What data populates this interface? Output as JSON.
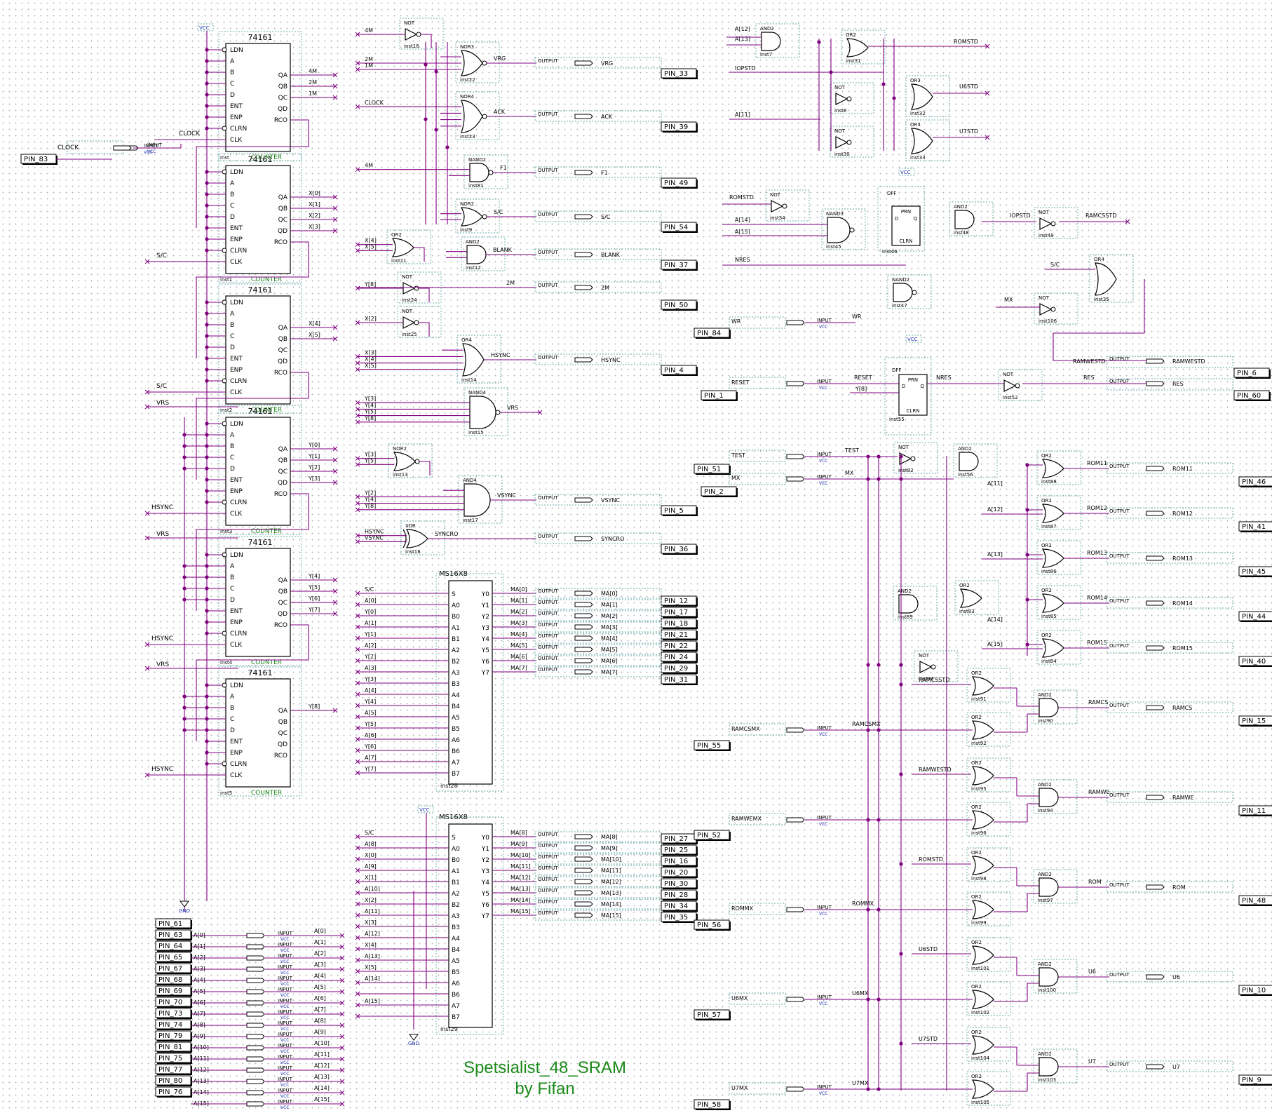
{
  "title": {
    "line1": "Spetsialist_48_SRAM",
    "line2": "by Fifan"
  },
  "labels": {
    "vcc": "VCC",
    "gnd": "GND",
    "input": "INPUT",
    "output": "OUTPUT"
  },
  "counter": {
    "part": "74161",
    "footer": "COUNTER",
    "inputs": [
      "LDN",
      "A",
      "B",
      "C",
      "D",
      "ENT",
      "ENP",
      "CLRN",
      "CLK"
    ],
    "outputs": [
      "QA",
      "QB",
      "QC",
      "QD",
      "RCO"
    ],
    "units": [
      {
        "inst": "inst",
        "in_net": "CLOCK",
        "outs": [
          "4M",
          "2M",
          "1M",
          "",
          ""
        ]
      },
      {
        "inst": "inst1",
        "in_net": "S/C",
        "outs": [
          "X[0]",
          "X[1]",
          "X[2]",
          "X[3]",
          ""
        ]
      },
      {
        "inst": "inst2",
        "in_net": "S/C",
        "outs": [
          "X[4]",
          "X[5]",
          "",
          "",
          ""
        ]
      },
      {
        "inst": "inst3",
        "in_net": "HSYNC",
        "vrs": "VRS",
        "outs": [
          "Y[0]",
          "Y[1]",
          "Y[2]",
          "Y[3]",
          ""
        ]
      },
      {
        "inst": "inst4",
        "in_net": "HSYNC",
        "vrs": "VRS",
        "outs": [
          "Y[4]",
          "Y[5]",
          "Y[6]",
          "Y[7]",
          ""
        ]
      },
      {
        "inst": "inst5",
        "in_net": "HSYNC",
        "vrs": "VRS",
        "outs": [
          "Y[8]",
          "",
          "",
          "",
          ""
        ]
      }
    ]
  },
  "pin83": {
    "pin": "PIN_83",
    "net": "CLOCK"
  },
  "mux": {
    "part": "MS16X8",
    "in_left": [
      "S",
      "A0",
      "B0",
      "A1",
      "B1",
      "A2",
      "B2",
      "A3",
      "B3",
      "A4",
      "B4",
      "A5",
      "B5",
      "A6",
      "B6",
      "A7",
      "B7"
    ],
    "out_right": [
      "Y0",
      "Y1",
      "Y2",
      "Y3",
      "Y4",
      "Y5",
      "Y6",
      "Y7"
    ],
    "units": [
      {
        "inst": "inst28",
        "nets": [
          "S/C",
          "A[0]",
          "Y[0]",
          "A[1]",
          "Y[1]",
          "A[2]",
          "Y[2]",
          "A[3]",
          "Y[3]",
          "A[4]",
          "Y[4]",
          "A[5]",
          "Y[5]",
          "A[6]",
          "Y[6]",
          "A[7]",
          "Y[7]"
        ],
        "outs": [
          "MA[0]",
          "MA[1]",
          "MA[2]",
          "MA[3]",
          "MA[4]",
          "MA[5]",
          "MA[6]",
          "MA[7]"
        ],
        "pins": [
          "",
          "PIN_12",
          "PIN_17",
          "PIN_18",
          "PIN_21",
          "PIN_22",
          "PIN_24",
          "PIN_29",
          "PIN_31"
        ]
      },
      {
        "inst": "inst29",
        "nets": [
          "S/C",
          "A[8]",
          "X[0]",
          "A[9]",
          "X[1]",
          "A[10]",
          "X[2]",
          "A[11]",
          "X[3]",
          "A[12]",
          "X[4]",
          "A[13]",
          "X[5]",
          "A[14]",
          "",
          "A[15]",
          ""
        ],
        "outs": [
          "MA[8]",
          "MA[9]",
          "MA[10]",
          "MA[11]",
          "MA[12]",
          "MA[13]",
          "MA[14]",
          "MA[15]"
        ],
        "pins": [
          "PIN_27",
          "PIN_25",
          "PIN_16",
          "PIN_20",
          "PIN_30",
          "PIN_28",
          "PIN_34",
          "PIN_35"
        ]
      }
    ]
  },
  "apins": [
    {
      "pin": "PIN_61",
      "net": ""
    },
    {
      "pin": "PIN_63",
      "net": "A[0]"
    },
    {
      "pin": "PIN_64",
      "net": "A[1]"
    },
    {
      "pin": "PIN_65",
      "net": "A[2]"
    },
    {
      "pin": "PIN_67",
      "net": "A[3]"
    },
    {
      "pin": "PIN_68",
      "net": "A[4]"
    },
    {
      "pin": "PIN_69",
      "net": "A[5]"
    },
    {
      "pin": "PIN_70",
      "net": "A[6]"
    },
    {
      "pin": "PIN_73",
      "net": "A[7]"
    },
    {
      "pin": "PIN_74",
      "net": "A[8]"
    },
    {
      "pin": "PIN_79",
      "net": "A[9]"
    },
    {
      "pin": "PIN_81",
      "net": "A[10]"
    },
    {
      "pin": "PIN_75",
      "net": "A[11]"
    },
    {
      "pin": "PIN_77",
      "net": "A[12]"
    },
    {
      "pin": "PIN_80",
      "net": "A[13]"
    },
    {
      "pin": "PIN_76",
      "net": "A[14]"
    },
    {
      "pin": "",
      "net": "A[15]"
    }
  ],
  "mid_gates": [
    {
      "type": "NOT",
      "inst": "inst16",
      "ins": [
        "4M"
      ],
      "out": ""
    },
    {
      "type": "NOR3",
      "inst": "inst22",
      "ins": [
        "",
        "2M",
        "1M"
      ],
      "out": "VRG",
      "port": "VRG",
      "pin": "PIN_33"
    },
    {
      "type": "NOR4",
      "inst": "inst23",
      "ins": [
        "CLOCK",
        "",
        "",
        ""
      ],
      "out": "ACK",
      "port": "ACK",
      "pin": "PIN_39"
    },
    {
      "type": "NAND2",
      "inst": "inst81",
      "ins": [
        "4M",
        ""
      ],
      "out": "F1",
      "port": "F1",
      "pin": "PIN_49"
    },
    {
      "type": "NOR2",
      "inst": "inst9",
      "ins": [
        "",
        ""
      ],
      "out": "S/C",
      "port": "S/C",
      "pin": "PIN_54"
    },
    {
      "type": "OR2",
      "inst": "inst11",
      "ins": [
        "X[4]",
        "X[5]"
      ],
      "out": ""
    },
    {
      "type": "AND2",
      "inst": "inst12",
      "ins": [
        "",
        ""
      ],
      "out": "BLANK",
      "port": "BLANK",
      "pin": "PIN_37"
    },
    {
      "type": "NOT",
      "inst": "inst24",
      "ins": [
        "Y[8]"
      ],
      "out": ""
    },
    {
      "type": "",
      "inst": "",
      "ins": [],
      "out": "2M",
      "port": "2M",
      "pin": "PIN_50"
    },
    {
      "type": "NOT",
      "inst": "inst25",
      "ins": [
        "X[2]"
      ],
      "out": ""
    },
    {
      "type": "OR4",
      "inst": "inst14",
      "ins": [
        "",
        "X[3]",
        "X[4]",
        "X[5]"
      ],
      "out": "HSYNC",
      "port": "HSYNC",
      "pin": "PIN_4"
    },
    {
      "type": "NAND4",
      "inst": "inst15",
      "ins": [
        "Y[3]",
        "Y[4]",
        "Y[5]",
        "Y[8]"
      ],
      "out": "VRS"
    },
    {
      "type": "NOR2",
      "inst": "inst13",
      "ins": [
        "Y[3]",
        "Y[5]"
      ],
      "out": ""
    },
    {
      "type": "AND4",
      "inst": "inst17",
      "ins": [
        "",
        "Y[2]",
        "Y[4]",
        "Y[8]"
      ],
      "out": "VSYNC",
      "port": "VSYNC",
      "pin": "PIN_5"
    },
    {
      "type": "XOR",
      "inst": "inst18",
      "ins": [
        "HSYNC",
        "VSYNC"
      ],
      "out": "SYNCRO",
      "port": "SYNCRO",
      "pin": "PIN_36"
    }
  ],
  "right_top": {
    "inst7": {
      "type": "AND2",
      "ins": [
        "A[12]",
        "A[13]"
      ]
    },
    "inst31": {
      "type": "OR2",
      "out": "ROMSTD"
    },
    "iopstd": "IOPSTD",
    "inst8": {
      "type": "NOT"
    },
    "inst32": {
      "type": "OR3",
      "out": "U6STD"
    },
    "a11": "A[11]",
    "inst30": {
      "type": "NOT"
    },
    "inst33": {
      "type": "OR3",
      "out": "U7STD"
    },
    "inst34": {
      "type": "NOT",
      "in": "ROMSTD"
    },
    "inst45": {
      "type": "NAND3",
      "ins": [
        "",
        "A[14]",
        "A[15]"
      ]
    },
    "inst46": {
      "type": "DFF",
      "pins": [
        "PRN",
        "D",
        "Q",
        "CLRN"
      ]
    },
    "nres": "NRES",
    "inst48": {
      "type": "AND2",
      "out": "IOPSTD"
    },
    "inst49": {
      "type": "NOT",
      "out": "RAMCSSTD"
    },
    "inst47": {
      "type": "NAND2"
    },
    "inst35": {
      "type": "OR4",
      "ins": [
        "S/C",
        "",
        "",
        ""
      ]
    },
    "inst106": {
      "type": "NOT",
      "in": "MX"
    },
    "wr": {
      "pin": "PIN_84",
      "port": "WR",
      "net": "WR"
    },
    "ramwestd": {
      "net": "RAMWESTD",
      "port": "RAMWESTD",
      "pin": "PIN_6"
    },
    "reset": {
      "pin": "PIN_1",
      "port": "RESET",
      "net": "RESET"
    },
    "inst55": {
      "type": "DFF",
      "pins": [
        "PRN",
        "D",
        "Q",
        "CLRN"
      ],
      "d": "Y[8]",
      "out": "NRES"
    },
    "inst52": {
      "type": "NOT",
      "out": "RES",
      "port": "RES",
      "pin": "PIN_60"
    }
  },
  "right_bottom": {
    "test": {
      "pin": "PIN_51",
      "port": "TEST",
      "net": "TEST"
    },
    "mx": {
      "pin": "PIN_2",
      "port": "MX",
      "net": "MX"
    },
    "inst82": {
      "type": "NOT"
    },
    "inst56": {
      "type": "AND2",
      "in": "A[11]"
    },
    "inst89": {
      "type": "AND2"
    },
    "inst83": {
      "type": "OR2",
      "in": "A[14]"
    },
    "inst93": {
      "type": "NOT"
    },
    "rom_outs": [
      {
        "inst": "inst88",
        "net": "ROM11",
        "port": "ROM11",
        "pin": "PIN_46",
        "a": ""
      },
      {
        "inst": "inst87",
        "net": "ROM12",
        "port": "ROM12",
        "pin": "PIN_41",
        "a": "A[12]"
      },
      {
        "inst": "inst86",
        "net": "ROM13",
        "port": "ROM13",
        "pin": "PIN_45",
        "a": "A[13]"
      },
      {
        "inst": "inst85",
        "net": "ROM14",
        "port": "ROM14",
        "pin": "PIN_44",
        "a": ""
      },
      {
        "inst": "inst84",
        "net": "ROM15",
        "port": "ROM15",
        "pin": "PIN_40",
        "a": "A[15]"
      }
    ],
    "groups": [
      {
        "std": "RAMCSSTD",
        "or1": "inst91",
        "or2": "inst92",
        "and": "inst90",
        "inpin": "PIN_55",
        "inport": "RAMCSMX",
        "innet": "RAMCSMX",
        "out": "RAMCS",
        "port": "RAMCS",
        "pin": "PIN_15"
      },
      {
        "std": "RAMWESTD",
        "or1": "inst95",
        "or2": "inst96",
        "and": "inst94",
        "inpin": "PIN_52",
        "inport": "RAMWEMX",
        "innet": "",
        "out": "RAMWE",
        "port": "RAMWE",
        "pin": "PIN_11"
      },
      {
        "std": "ROMSTD",
        "or1": "inst98",
        "or2": "inst99",
        "and": "inst97",
        "inpin": "PIN_56",
        "inport": "ROMMX",
        "innet": "ROMMX",
        "out": "ROM",
        "port": "ROM",
        "pin": "PIN_48"
      },
      {
        "std": "U6STD",
        "or1": "inst101",
        "or2": "inst102",
        "and": "inst100",
        "inpin": "PIN_57",
        "inport": "U6MX",
        "innet": "U6MX",
        "out": "U6",
        "port": "U6",
        "pin": "PIN_10"
      },
      {
        "std": "U7STD",
        "or1": "inst104",
        "or2": "inst105",
        "and": "inst103",
        "inpin": "PIN_58",
        "inport": "U7MX",
        "innet": "U7MX",
        "out": "U7",
        "port": "U7",
        "pin": "PIN_9"
      }
    ]
  }
}
